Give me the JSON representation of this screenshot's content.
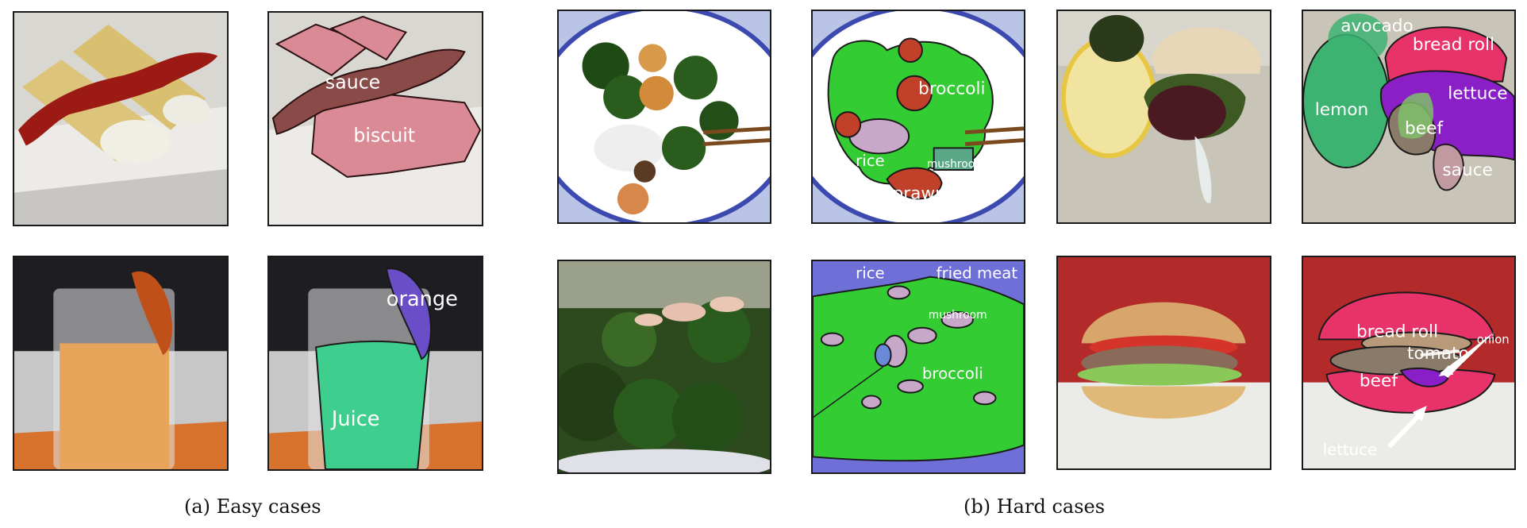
{
  "labels": {
    "sauce": "sauce",
    "biscuit": "biscuit",
    "orange": "orange",
    "juice": "Juice",
    "broccoli": "broccoli",
    "rice": "rice",
    "prawn": "prawn",
    "mushroom": "mushroom",
    "avocado": "avocado",
    "bread_roll": "bread roll",
    "lemon": "lemon",
    "lettuce": "lettuce",
    "beef": "beef",
    "fried_meat": "fried meat",
    "tomato": "tomato",
    "onion": "onion"
  },
  "captions": {
    "easy_tag": "(a)",
    "easy_text": "Easy cases",
    "hard_tag": "(b)",
    "hard_text": "Hard cases"
  },
  "colors": {
    "sauce_mask": "#8a4a48",
    "biscuit_mask": "#d98a94",
    "orange_mask": "#6a4ec8",
    "juice_mask": "#3ecf8e",
    "broccoli_mask": "#33cc33",
    "rice_mask": "#c8a8c8",
    "prawn_mask": "#c0402a",
    "bread_mask": "#e8336a",
    "lettuce_mask": "#8a1fc8",
    "lemon_mask": "#3cb371",
    "beef_mask": "#8a7a6a"
  }
}
